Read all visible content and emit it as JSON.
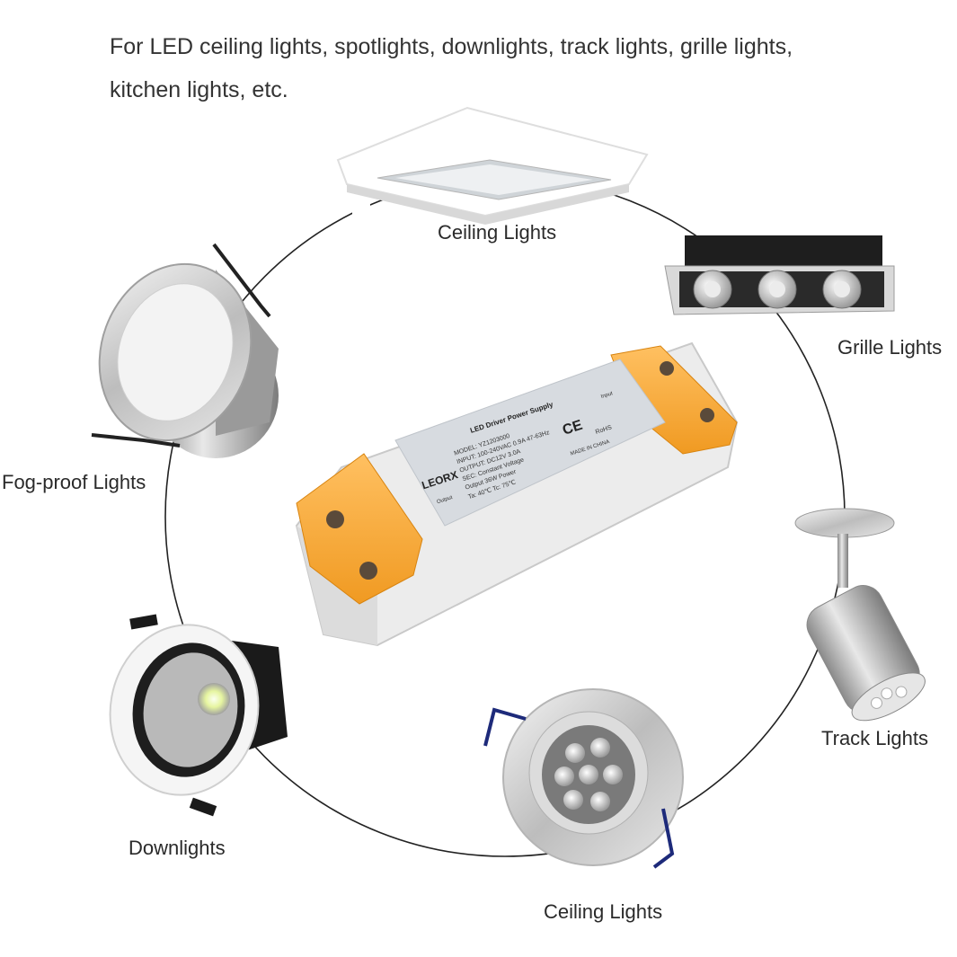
{
  "headline": {
    "line1": "For LED ceiling lights, spotlights, downlights, track lights, grille lights,",
    "line2": "kitchen lights, etc."
  },
  "labels": {
    "ceiling_top": "Ceiling Lights",
    "grille": "Grille Lights",
    "fog_proof": "Fog-proof Lights",
    "track": "Track Lights",
    "downlights": "Downlights",
    "ceiling_bottom": "Ceiling Lights"
  },
  "driver": {
    "brand": "LEORX",
    "title": "LED Driver Power Supply",
    "model": "MODEL: YZ1203000",
    "input": "INPUT: 100-240VAC 0.9A  47-63Hz",
    "output": "OUTPUT: DC12V 3.0A",
    "sec": "SEC: Constant Voltage",
    "power": "Output 36W Power",
    "temps": "Ta: 40℃     Tc: 75℃",
    "made": "MADE IN CHINA",
    "ce": "CE",
    "rohs": "RoHS",
    "input_side": "Input",
    "output_side": "Output"
  },
  "colors": {
    "accent_orange": "#f6a531",
    "housing": "#eeeeee",
    "label_panel": "#d7dbe0",
    "ring_line": "#222222"
  }
}
